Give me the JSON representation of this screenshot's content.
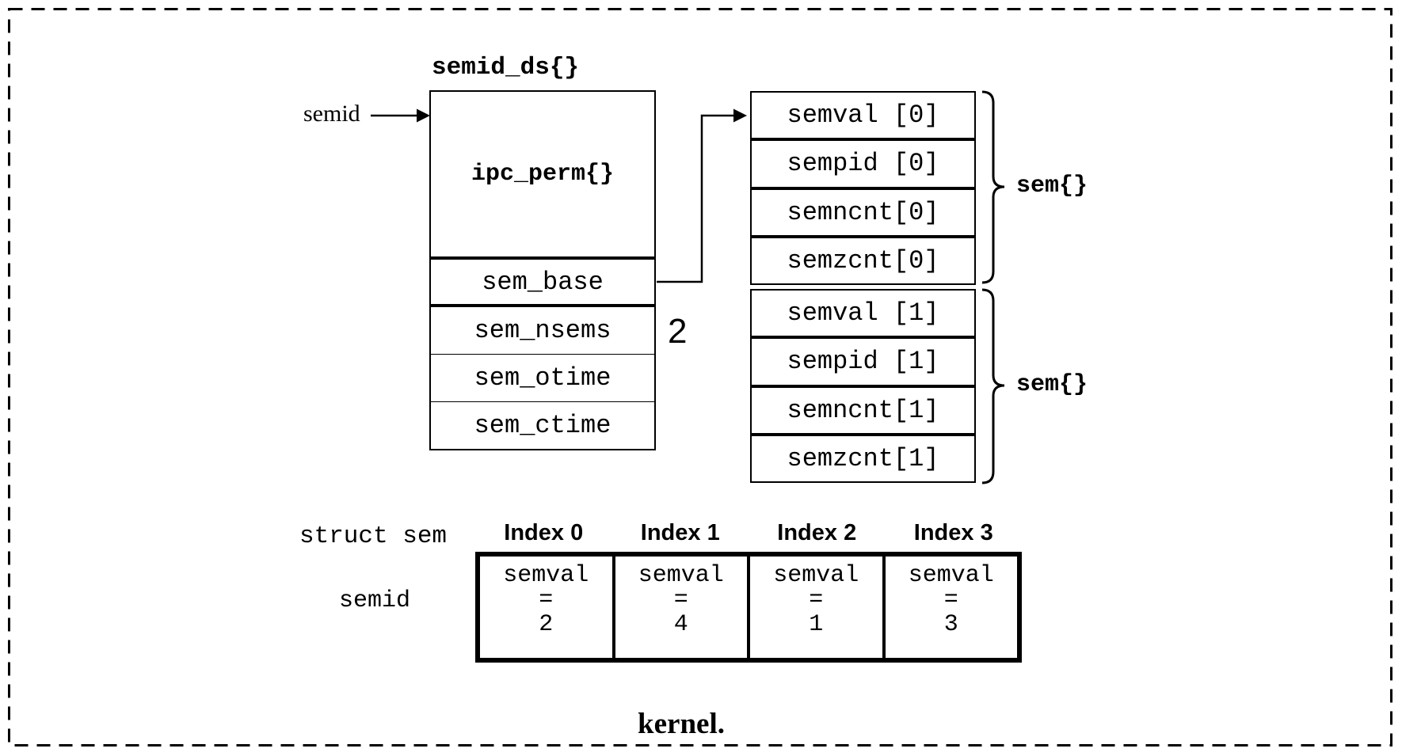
{
  "colors": {
    "ink": "#000000",
    "paper": "#ffffff"
  },
  "diagram": {
    "title": "semid_ds{}",
    "pointer_label": "semid",
    "ipc_perm_label": "ipc_perm{}",
    "fields": {
      "sem_base": "sem_base",
      "sem_nsems": "sem_nsems",
      "sem_otime": "sem_otime",
      "sem_ctime": "sem_ctime"
    },
    "nsems_value": "2",
    "sem_groups": [
      {
        "label": "sem{}",
        "rows": [
          "semval [0]",
          "sempid [0]",
          "semncnt[0]",
          "semzcnt[0]"
        ]
      },
      {
        "label": "sem{}",
        "rows": [
          "semval [1]",
          "sempid [1]",
          "semncnt[1]",
          "semzcnt[1]"
        ]
      }
    ],
    "array_table": {
      "struct_label": "struct sem",
      "semid_label": "semid",
      "columns": [
        {
          "header": "Index 0",
          "field": "semval",
          "equals": "=",
          "value": "2"
        },
        {
          "header": "Index 1",
          "field": "semval",
          "equals": "=",
          "value": "4"
        },
        {
          "header": "Index 2",
          "field": "semval",
          "equals": "=",
          "value": "1"
        },
        {
          "header": "Index 3",
          "field": "semval",
          "equals": "=",
          "value": "3"
        }
      ]
    },
    "caption": "kernel."
  }
}
